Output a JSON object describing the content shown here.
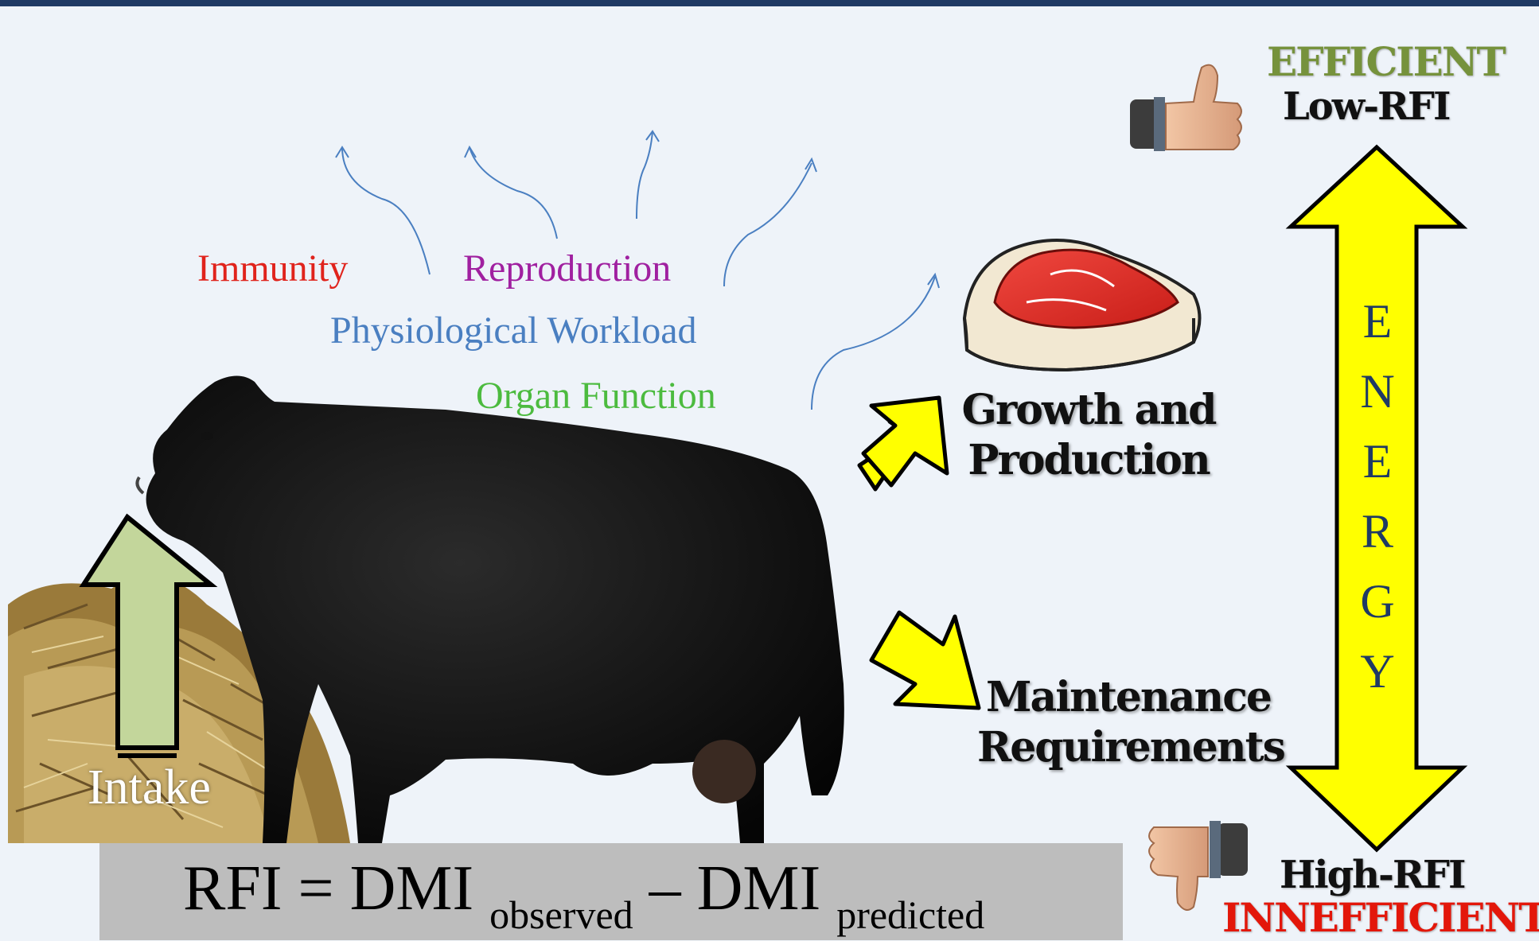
{
  "outcomes": {
    "immunity": "Immunity",
    "reproduction": "Reproduction",
    "physiological_workload": "Physiological Workload",
    "organ_function": "Organ Function"
  },
  "colors": {
    "immunity": "#e0231c",
    "reproduction": "#a020a0",
    "physiological_workload": "#4a7fc1",
    "organ_function": "#4cbb3f",
    "efficient": "#76923c",
    "inefficient": "#e3170a",
    "energy_arrow": "#ffff00",
    "intake_arrow": "#c3d69b"
  },
  "pathways": {
    "growth": "Growth and Production",
    "growth_line1": "Growth and",
    "growth_line2": "Production",
    "maintenance_line1": "Maintenance",
    "maintenance_line2": "Requirements"
  },
  "energy_scale": {
    "efficient": "EFFICIENT",
    "low_rfi": "Low-RFI",
    "high_rfi": "High-RFI",
    "inefficient": "INNEFFICIENT",
    "letters": [
      "E",
      "N",
      "E",
      "R",
      "G",
      "Y"
    ]
  },
  "intake": "Intake",
  "formula": {
    "lhs": "RFI = DMI",
    "sub1": "observed",
    "mid": " – DMI",
    "sub2": "predicted"
  },
  "icons": {
    "thumb_up": "thumbs-up-icon",
    "thumb_down": "thumbs-down-icon",
    "steak": "steak-icon",
    "cow": "black-angus-bull",
    "hay": "hay-pile"
  }
}
